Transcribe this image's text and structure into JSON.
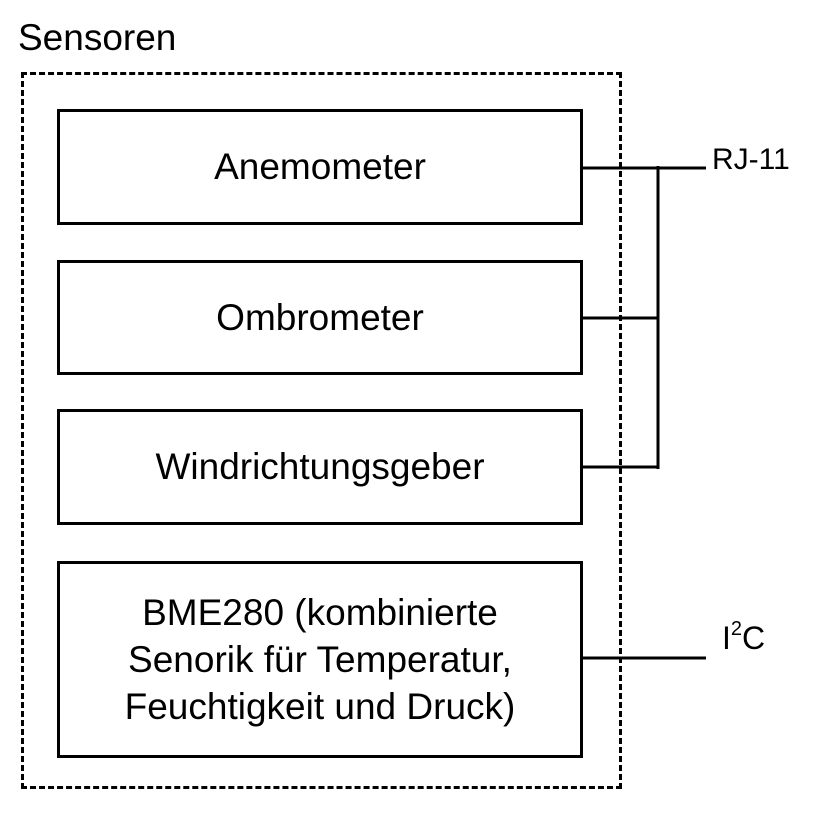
{
  "group": {
    "title": "Sensoren"
  },
  "sensors": [
    {
      "label": "Anemometer"
    },
    {
      "label": "Ombrometer"
    },
    {
      "label": "Windrichtungsgeber"
    },
    {
      "lines": [
        "BME280 (kombinierte",
        "Senorik für Temperatur,",
        "Feuchtigkeit und Druck)"
      ]
    }
  ],
  "ports": {
    "rj11": "RJ-11",
    "i2c": {
      "base": "I",
      "sup": "2",
      "tail": "C"
    }
  }
}
